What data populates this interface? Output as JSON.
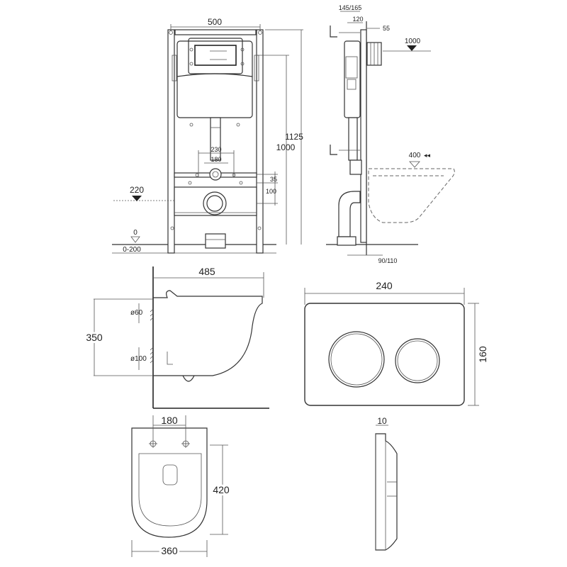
{
  "frame_front": {
    "width": "500",
    "height_total": "1125",
    "height_frame": "1000",
    "pipe_spacing_outer": "230",
    "pipe_spacing_inner": "180",
    "offset_35": "35",
    "offset_100": "100",
    "level_220": "220",
    "floor_zero": "0",
    "floor_range": "0-200"
  },
  "frame_side": {
    "depth_range": "145/165",
    "depth_120": "120",
    "depth_55": "55",
    "level_1000": "1000",
    "level_400": "400",
    "bottom_depth": "90/110"
  },
  "bowl_side": {
    "length": "485",
    "height": "350",
    "inlet": "ø60",
    "outlet": "ø100"
  },
  "flush_plate": {
    "width": "240",
    "height": "160",
    "thickness": "10"
  },
  "bowl_top": {
    "bolt_spacing": "180",
    "length": "420",
    "width": "360"
  }
}
